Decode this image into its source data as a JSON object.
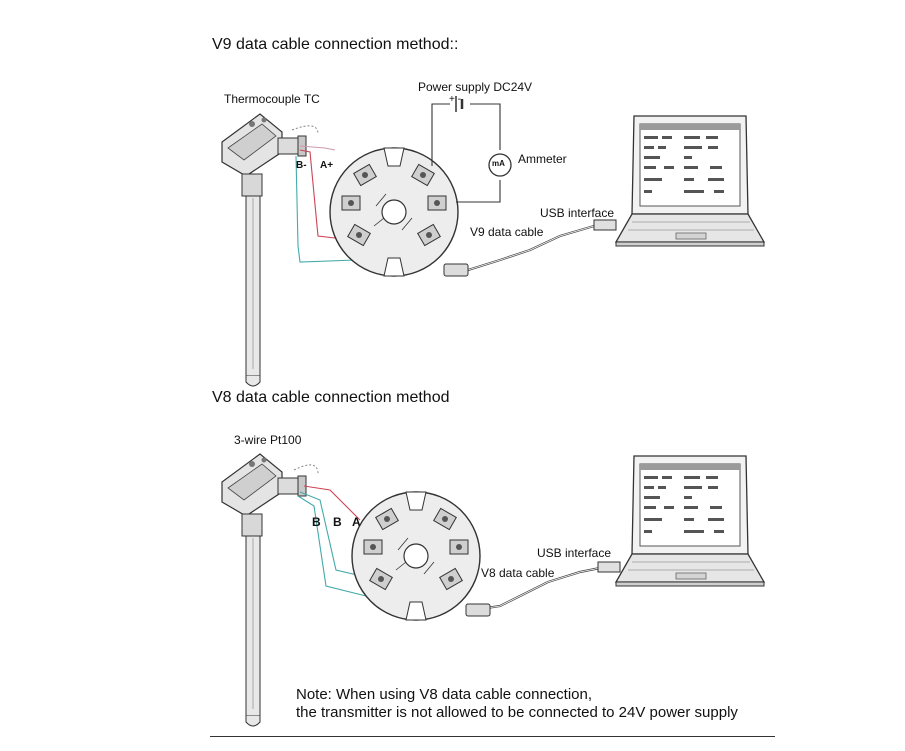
{
  "section_v9": {
    "title": "V9 data cable connection method::",
    "sensor_label": "Thermocouple TC",
    "wire_b": "B-",
    "wire_a": "A+",
    "power_label": "Power supply DC24V",
    "plus_minus": "+ -",
    "ammeter_symbol": "mA",
    "ammeter_label": "Ammeter",
    "usb_label": "USB interface",
    "cable_label": "V9 data cable"
  },
  "section_v8": {
    "title": "V8 data cable connection method",
    "sensor_label": "3-wire Pt100",
    "wire_b1": "B",
    "wire_b2": "B",
    "wire_a": "A",
    "usb_label": "USB interface",
    "cable_label": "V8 data cable"
  },
  "note": {
    "line1": "Note: When using V8 data cable connection,",
    "line2": "the transmitter is not allowed to be connected to 24V power supply"
  }
}
